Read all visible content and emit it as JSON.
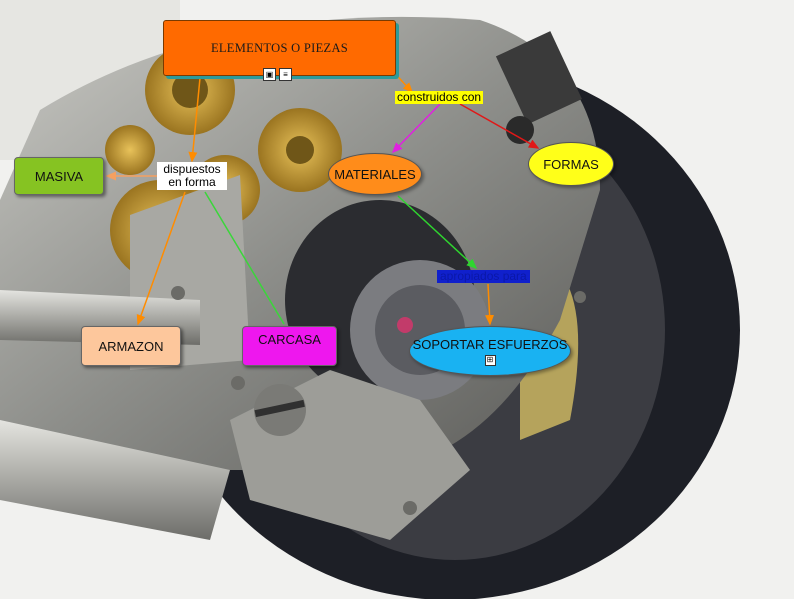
{
  "nodes": {
    "elementos": "ELEMENTOS O PIEZAS",
    "masiva": "MASIVA",
    "armazon": "ARMAZON",
    "carcasa": "CARCASA",
    "materiales": "MATERIALES",
    "formas": "FORMAS",
    "soportar": "SOPORTAR ESFUERZOS"
  },
  "links": {
    "construidos": "construidos con",
    "dispuestos": "dispuestos en forma",
    "apropiados": "apropiados para"
  },
  "icons": {
    "elementos": [
      "image-icon",
      "note-icon"
    ],
    "soportar": "submap-icon"
  },
  "colors": {
    "elementos": "#ff6a00",
    "masiva": "#86c322",
    "armazon": "#fdc79c",
    "carcasa": "#ee17ee",
    "materiales": "#ff8c1a",
    "formas": "#ffff19",
    "soportar": "#19b2f2"
  }
}
